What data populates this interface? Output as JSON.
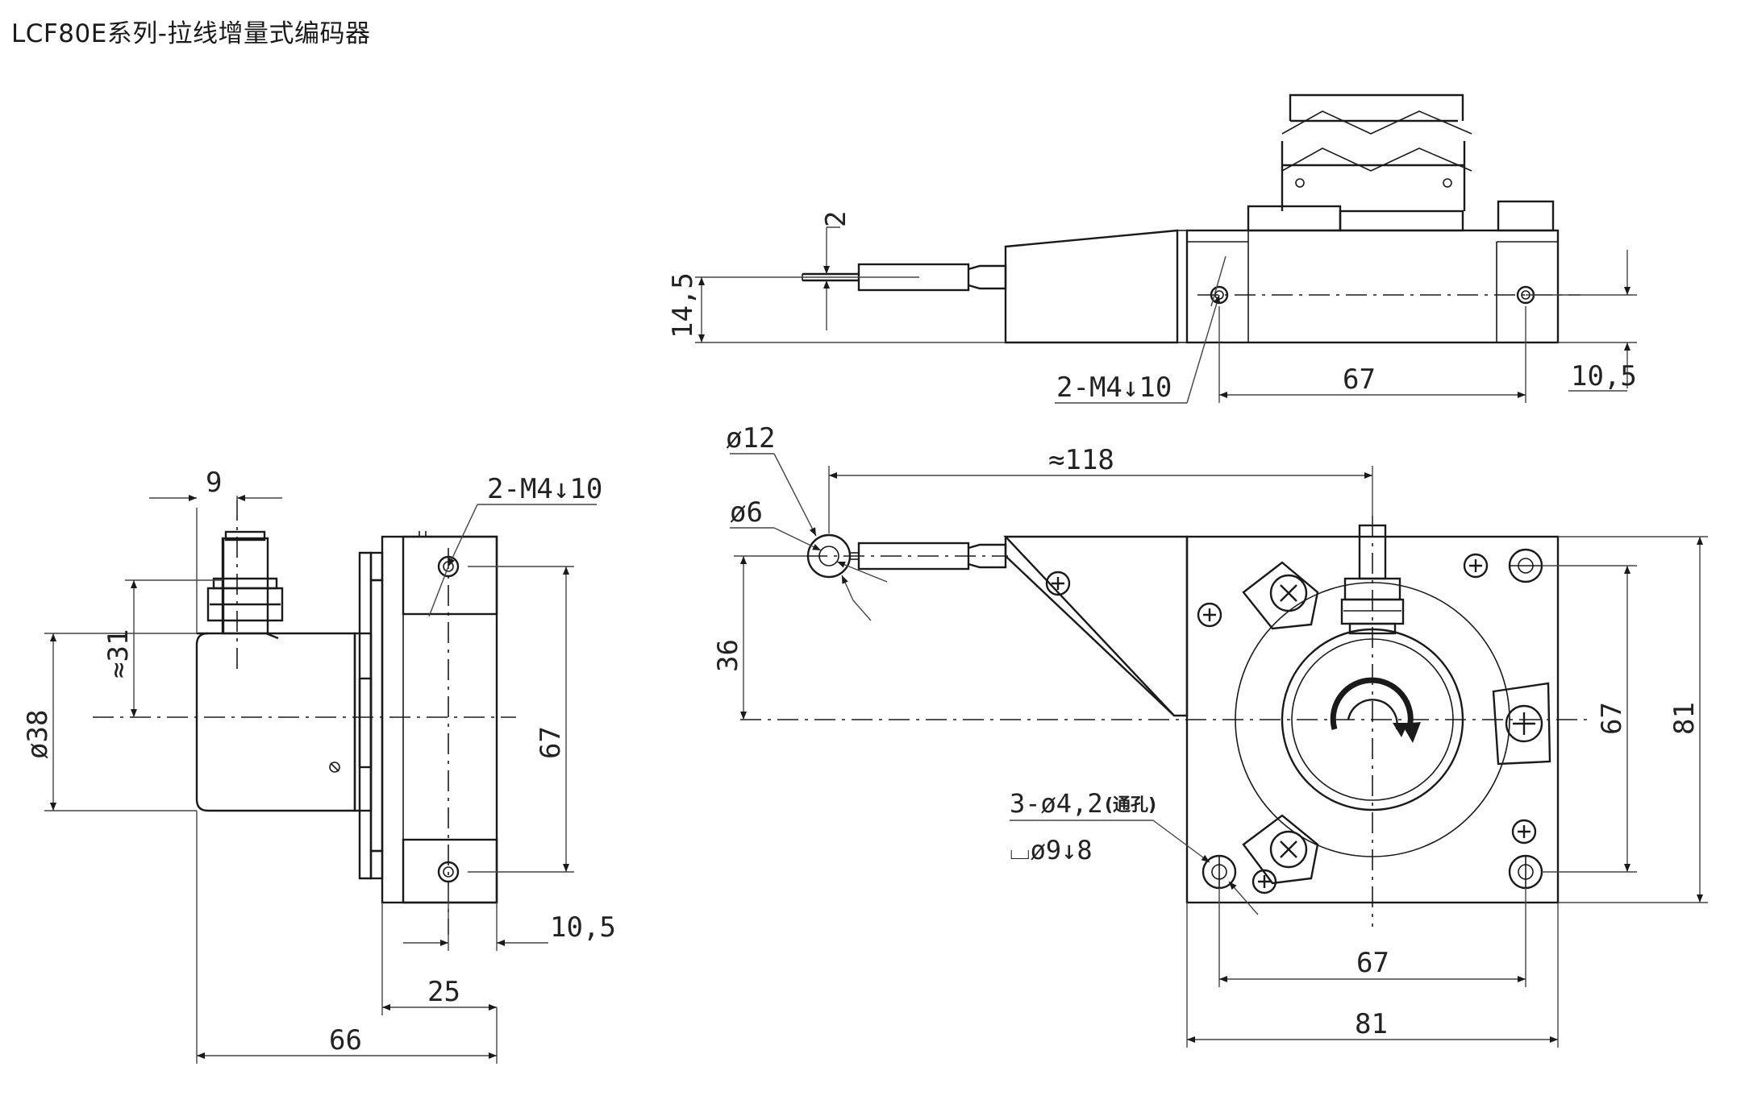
{
  "title": "LCF80E系列-拉线增量式编码器",
  "top_view": {
    "dim_wire_gap": "2",
    "dim_height": "14,5",
    "dim_hole_spacing": "67",
    "dim_edge": "10,5",
    "note_thread": "2-M4↓10"
  },
  "side_view": {
    "dim_shaft_offset": "9",
    "note_thread": "2-M4↓10",
    "dim_center_height": "≈31",
    "dim_diameter": "ø38",
    "dim_hole_spacing": "67",
    "dim_edge": "10,5",
    "dim_flange": "25",
    "dim_length": "66"
  },
  "front_view": {
    "dim_eye_outer": "ø12",
    "dim_eye_inner": "ø6",
    "dim_reach": "≈118",
    "dim_wire_height": "36",
    "note_holes": "3-ø4,2",
    "note_holes_suffix": "(通孔)",
    "note_counterbore": "⌴ø9↓8",
    "dim_hole_spacing_v": "67",
    "dim_width_v": "81",
    "dim_hole_spacing_h": "67",
    "dim_width_h": "81"
  }
}
